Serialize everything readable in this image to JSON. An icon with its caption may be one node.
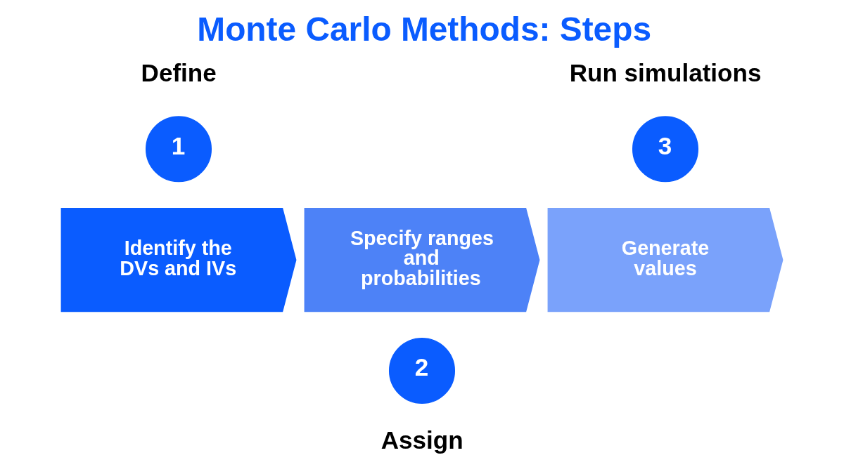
{
  "diagram": {
    "title": "Monte Carlo Methods: Steps",
    "nodes": [
      {
        "text": [
          "1"
        ],
        "beside": [
          "Define"
        ]
      },
      {
        "text": [
          "3"
        ],
        "beside": [
          "Run simulations"
        ]
      },
      {
        "text": [
          "Identify the DVs and IVs"
        ]
      },
      {
        "text": [
          "Specify ranges and probabilities"
        ]
      },
      {
        "text": [
          "Generate values"
        ]
      },
      {
        "text": [
          "2"
        ],
        "beside": [
          "Assign"
        ]
      }
    ]
  }
}
